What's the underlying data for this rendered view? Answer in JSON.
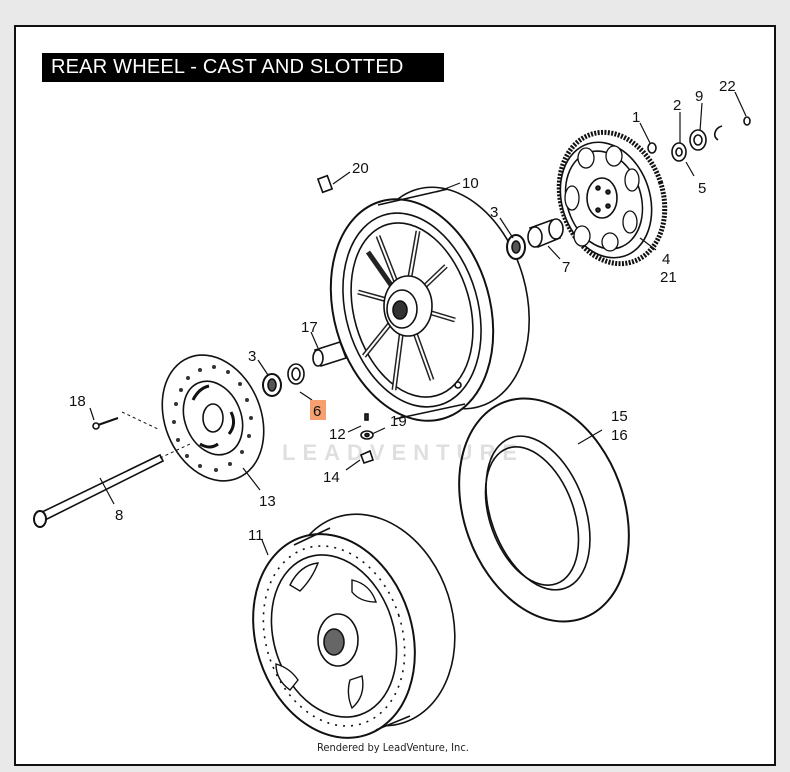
{
  "title": "REAR WHEEL - CAST AND SLOTTED",
  "watermark": "LEADVENTURE",
  "footer": "Rendered by LeadVenture, Inc.",
  "highlighted_part": "6",
  "callouts": {
    "c1": "1",
    "c2": "2",
    "c9": "9",
    "c22": "22",
    "c5": "5",
    "c20": "20",
    "c10": "10",
    "c3a": "3",
    "c7": "7",
    "c4": "4",
    "c21": "21",
    "c17": "17",
    "c3b": "3",
    "c6": "6",
    "c18": "18",
    "c12": "12",
    "c19": "19",
    "c14": "14",
    "c15": "15",
    "c16": "16",
    "c13": "13",
    "c8": "8",
    "c11": "11"
  }
}
